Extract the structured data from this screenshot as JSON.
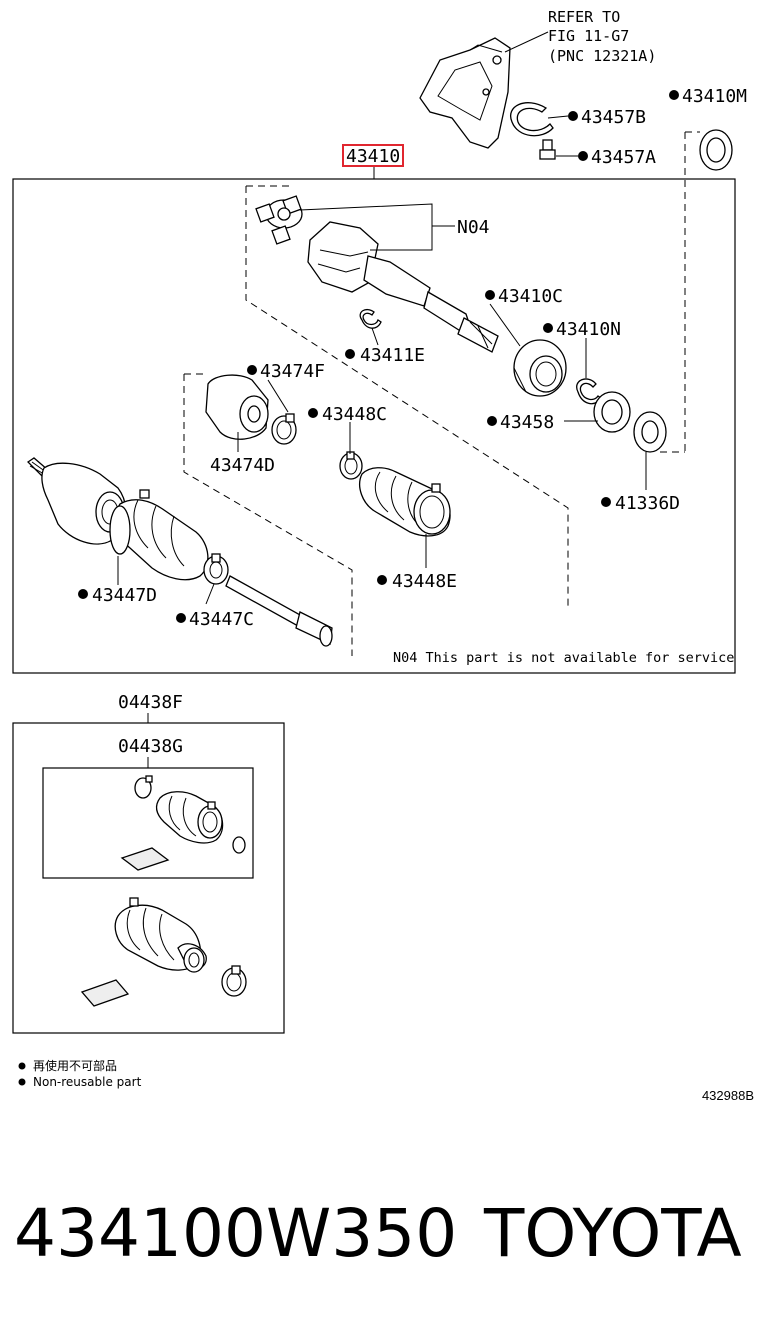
{
  "reference": {
    "line1": "REFER TO",
    "line2": "FIG 11-G7",
    "line3": "(PNC 12321A)"
  },
  "main_part_number": "43410",
  "highlight_color": "#e0262f",
  "callouts": {
    "c43410M": "43410M",
    "c43457B": "43457B",
    "c43457A": "43457A",
    "cN04": "N04",
    "c43410C": "43410C",
    "c43410N": "43410N",
    "c43411E": "43411E",
    "c43474F": "43474F",
    "c43448C": "43448C",
    "c43458": "43458",
    "c43474D": "43474D",
    "c41336D": "41336D",
    "c43448E": "43448E",
    "c43447D": "43447D",
    "c43447C": "43447C"
  },
  "service_note": "N04 This part is not available for service",
  "kit": {
    "outer_label": "04438F",
    "inner_label": "04438G"
  },
  "legend": {
    "line1": "再使用不可部品",
    "line2": "Non-reusable part"
  },
  "figure_code": "432988B",
  "footer": {
    "part_number": "434100W350",
    "brand": "TOYOTA"
  },
  "icons": {
    "bullet": "filled-circle-icon"
  }
}
